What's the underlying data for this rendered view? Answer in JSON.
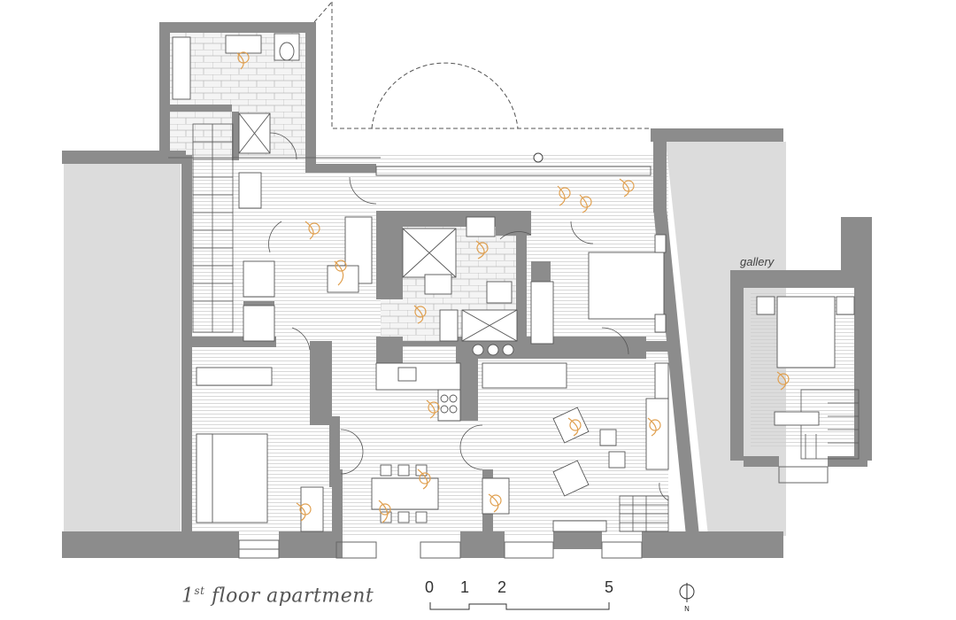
{
  "title": {
    "main": "floor apartment",
    "ordinal_num": "1",
    "ordinal_sup": "st"
  },
  "gallery_label": "gallery",
  "scale": {
    "ticks": [
      "0",
      "1",
      "2",
      "5"
    ]
  },
  "north_label": "N",
  "colors": {
    "wall": "#8c8c8c",
    "neighbor": "#d9d9d9",
    "floor_line": "#c8c8c8",
    "furniture_line": "#555555",
    "person": "#e0a050"
  }
}
